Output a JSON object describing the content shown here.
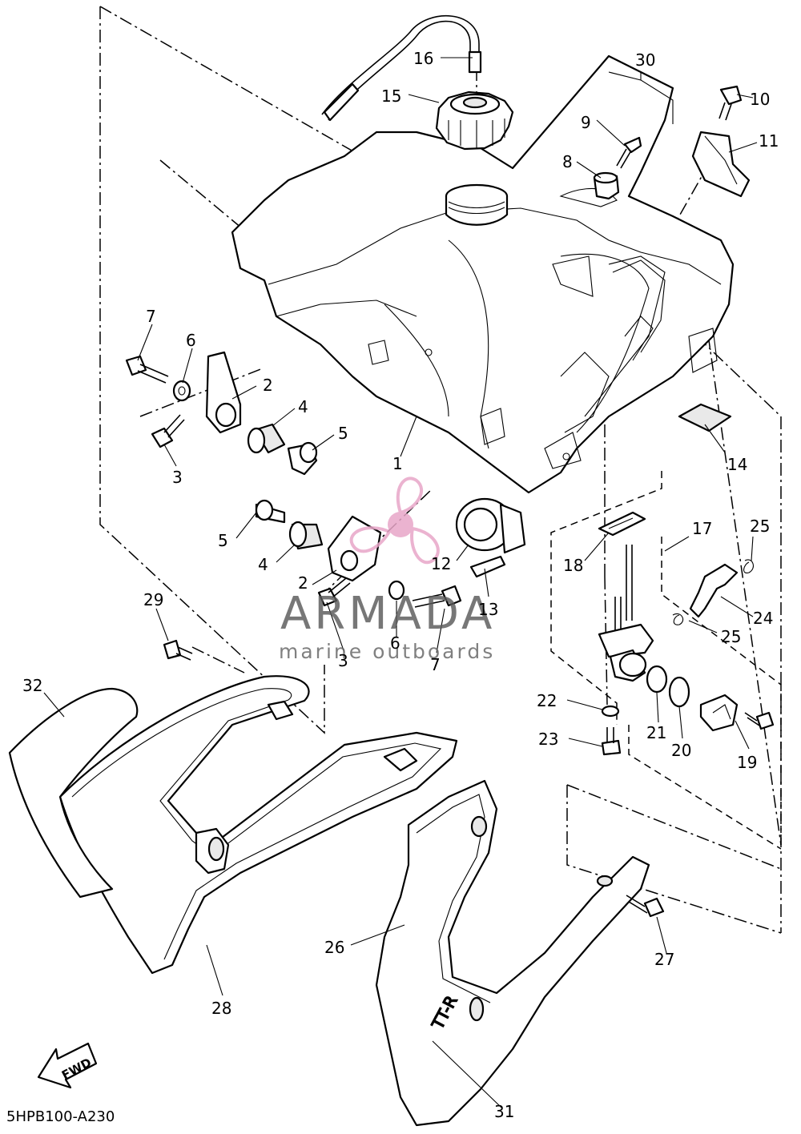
{
  "diagram": {
    "part_numbers": [
      "1",
      "2",
      "3",
      "4",
      "5",
      "6",
      "7",
      "8",
      "9",
      "10",
      "11",
      "12",
      "13",
      "14",
      "15",
      "16",
      "17",
      "18",
      "19",
      "20",
      "21",
      "22",
      "23",
      "24",
      "25",
      "26",
      "27",
      "28",
      "29",
      "30",
      "31",
      "32"
    ],
    "callouts": {
      "c1": "1",
      "c2a": "2",
      "c2b": "2",
      "c3a": "3",
      "c3b": "3",
      "c4a": "4",
      "c4b": "4",
      "c5a": "5",
      "c5b": "5",
      "c6a": "6",
      "c6b": "6",
      "c7a": "7",
      "c7b": "7",
      "c8": "8",
      "c9": "9",
      "c10": "10",
      "c11": "11",
      "c12": "12",
      "c13": "13",
      "c14": "14",
      "c15": "15",
      "c16": "16",
      "c17": "17",
      "c18": "18",
      "c19": "19",
      "c20": "20",
      "c21": "21",
      "c22": "22",
      "c23": "23",
      "c24": "24",
      "c25a": "25",
      "c25b": "25",
      "c26": "26",
      "c27": "27",
      "c28": "28",
      "c29": "29",
      "c30": "30",
      "c31": "31",
      "c32": "32"
    },
    "fwd_label": "FWD",
    "decal_text": "TT-R",
    "diagram_code": "5HPB100-A230"
  },
  "watermark": {
    "brand": "ARMADA",
    "tagline": "marine outboards",
    "colors": {
      "logo_pink": "#e8a6c8",
      "text_gray": "#5a5a5a"
    }
  }
}
